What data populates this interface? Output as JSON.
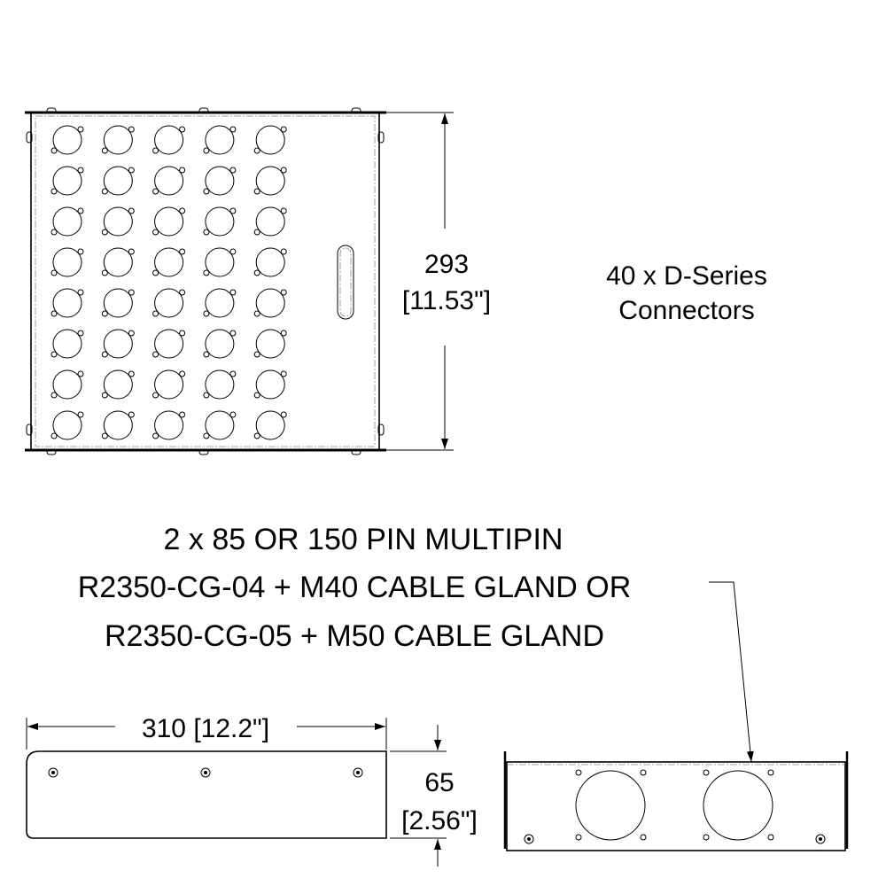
{
  "top_view": {
    "connector_rows": 8,
    "connector_cols": 5,
    "height_mm": "293",
    "height_in": "[11.53\"]"
  },
  "connector_note": {
    "line1": "40 x D-Series",
    "line2": "Connectors"
  },
  "multipin_note": {
    "line1": "2 x 85 OR 150 PIN MULTIPIN",
    "line2": "R2350-CG-04 + M40 CABLE GLAND OR",
    "line3": "R2350-CG-05 + M50 CABLE GLAND"
  },
  "side_view": {
    "width_label": "310 [12.2\"]",
    "height_mm": "65",
    "height_in": "[2.56\"]"
  },
  "colors": {
    "line": "#000000",
    "centerline": "#888888"
  }
}
